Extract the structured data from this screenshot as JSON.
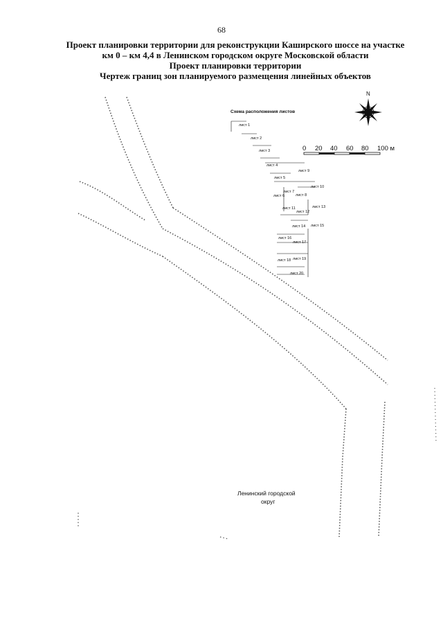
{
  "page_number": "68",
  "title": {
    "line1": "Проект планировки территории для реконструкции Каширского шоссе на участке",
    "line2": "км 0 – км 4,4 в Ленинском городском округе Московской области",
    "line3": "Проект планировки территории",
    "line4": "Чертеж границ зон планируемого размещения линейных объектов"
  },
  "compass": {
    "north_label": "N",
    "icon": "compass-rose-icon"
  },
  "scale_bar": {
    "labels": [
      "0",
      "20",
      "40",
      "60",
      "80",
      "100 м"
    ]
  },
  "sheet_layout": {
    "title": "Схема расположения листов",
    "sheets": [
      "лист 1",
      "лист 2",
      "лист 3",
      "лист 4",
      "лист 5",
      "лист 6",
      "лист 7",
      "лист 8",
      "лист 9",
      "лист 10",
      "лист 11",
      "лист 12",
      "лист 13",
      "лист 14",
      "лист 15",
      "лист 16",
      "лист 17",
      "лист 18",
      "лист 19",
      "лист 20"
    ]
  },
  "district_label": {
    "line1": "Ленинский городской",
    "line2": "округ"
  },
  "colors": {
    "ink": "#111111",
    "dash": "#555555",
    "paper": "#ffffff"
  }
}
